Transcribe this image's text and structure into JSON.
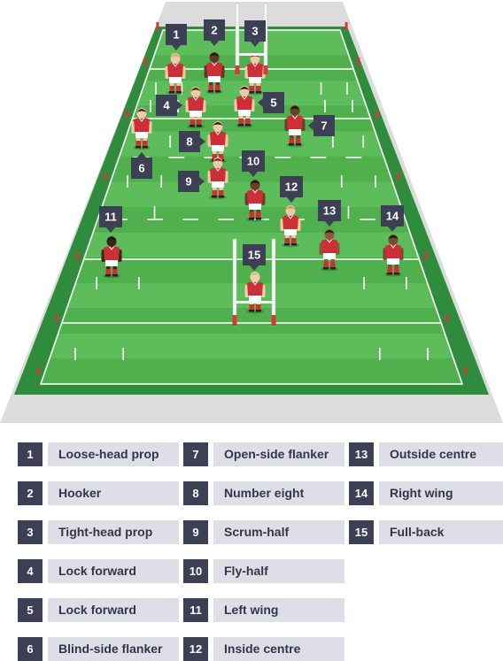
{
  "players": [
    {
      "number": "1",
      "position": "Loose-head prop"
    },
    {
      "number": "2",
      "position": "Hooker"
    },
    {
      "number": "3",
      "position": "Tight-head prop"
    },
    {
      "number": "4",
      "position": "Lock forward"
    },
    {
      "number": "5",
      "position": "Lock forward"
    },
    {
      "number": "6",
      "position": "Blind-side flanker"
    },
    {
      "number": "7",
      "position": "Open-side flanker"
    },
    {
      "number": "8",
      "position": "Number eight"
    },
    {
      "number": "9",
      "position": "Scrum-half"
    },
    {
      "number": "10",
      "position": "Fly-half"
    },
    {
      "number": "11",
      "position": "Left wing"
    },
    {
      "number": "12",
      "position": "Inside centre"
    },
    {
      "number": "13",
      "position": "Outside centre"
    },
    {
      "number": "14",
      "position": "Right wing"
    },
    {
      "number": "15",
      "position": "Full-back"
    }
  ],
  "colors": {
    "pitch_light": "#5cbd5a",
    "pitch_dark": "#4fb04d",
    "pitch_border": "#2e8c3c",
    "surround": "#dcdcdc",
    "jersey": "#cc2f36",
    "label_box": "#3d3f55",
    "legend_bg": "#dedfe6"
  }
}
